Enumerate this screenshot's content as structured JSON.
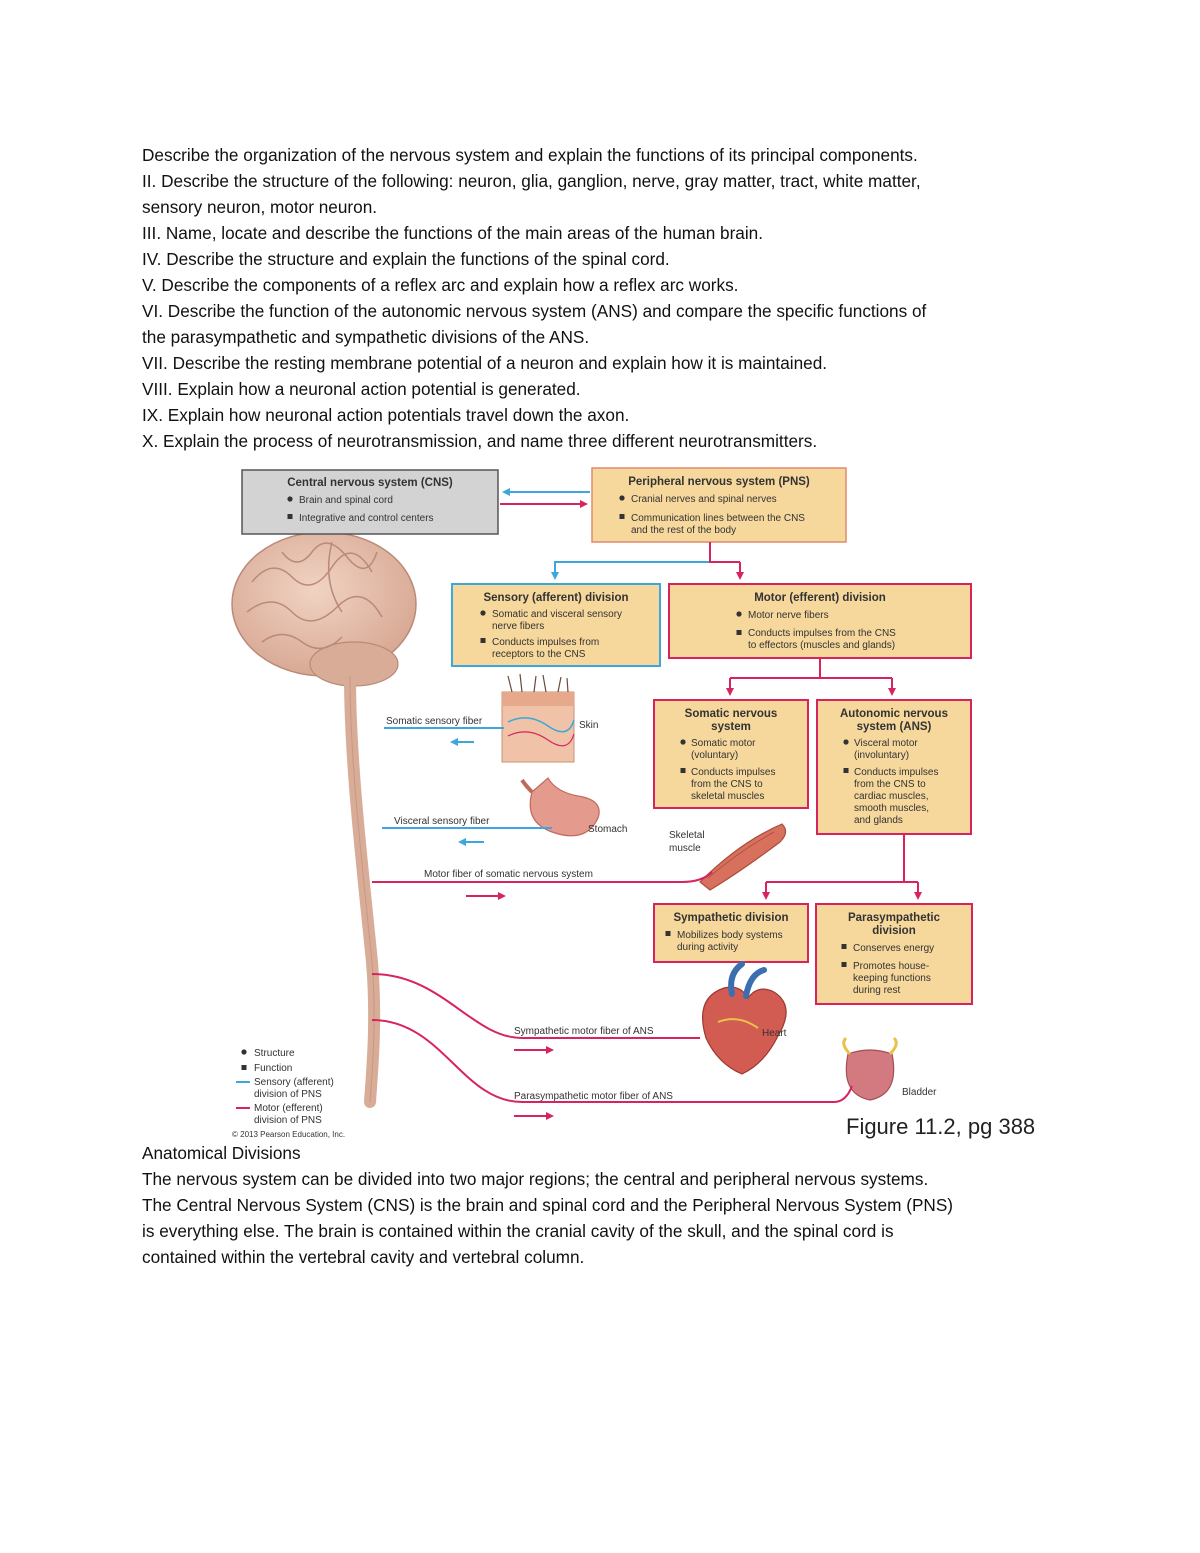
{
  "objectives": [
    "Describe the organization of the nervous system and explain the functions of its principal components.",
    "II. Describe the structure of the following: neuron, glia, ganglion, nerve, gray matter, tract, white matter,",
    "sensory neuron, motor neuron.",
    "III. Name, locate and describe the functions of the main areas of the human brain.",
    "IV. Describe the structure and explain the functions of the spinal cord.",
    "V. Describe the components of a reflex arc and explain how a reflex arc works.",
    "VI. Describe the function of the autonomic nervous system (ANS) and compare the specific functions of",
    "the parasympathetic and sympathetic divisions of the ANS.",
    "VII. Describe the resting membrane potential of a neuron and explain how it is maintained.",
    "VIII. Explain how a neuronal action potential is generated.",
    "IX. Explain how neuronal action potentials travel down the axon.",
    "X. Explain the process of neurotransmission, and name three different neurotransmitters."
  ],
  "figure": {
    "colors": {
      "sensory": "#3aa8dc",
      "motor": "#d8245c",
      "box_fill": "#f6d79c",
      "cns_fill": "#d3d3d3"
    },
    "boxes": {
      "cns": {
        "title": "Central nervous system (CNS)",
        "items": [
          "Brain and spinal cord",
          "Integrative and control centers"
        ]
      },
      "pns": {
        "title": "Peripheral nervous system (PNS)",
        "items": [
          "Cranial nerves and spinal nerves",
          "Communication lines between the CNS",
          "and the rest of the body"
        ]
      },
      "sensory": {
        "title": "Sensory (afferent) division",
        "items": [
          "Somatic and visceral sensory",
          "nerve fibers",
          "Conducts impulses from",
          "receptors to the CNS"
        ]
      },
      "motor": {
        "title": "Motor (efferent) division",
        "items": [
          "Motor nerve fibers",
          "Conducts impulses from the CNS",
          "to effectors (muscles and glands)"
        ]
      },
      "somatic": {
        "title1": "Somatic nervous",
        "title2": "system",
        "items": [
          "Somatic motor",
          "(voluntary)",
          "Conducts impulses",
          "from the CNS to",
          "skeletal muscles"
        ]
      },
      "autonomic": {
        "title1": "Autonomic nervous",
        "title2": "system (ANS)",
        "items": [
          "Visceral motor",
          "(involuntary)",
          "Conducts impulses",
          "from the CNS to",
          "cardiac muscles,",
          "smooth muscles,",
          "and glands"
        ]
      },
      "sympathetic": {
        "title": "Sympathetic division",
        "items": [
          "Mobilizes body systems",
          "during activity"
        ]
      },
      "parasympathetic": {
        "title1": "Parasympathetic",
        "title2": "division",
        "items": [
          "Conserves energy",
          "Promotes house-",
          "keeping functions",
          "during rest"
        ]
      }
    },
    "labels": {
      "somatic_sensory_fiber": "Somatic sensory fiber",
      "skin": "Skin",
      "visceral_sensory_fiber": "Visceral sensory fiber",
      "stomach": "Stomach",
      "skeletal_muscle_1": "Skeletal",
      "skeletal_muscle_2": "muscle",
      "motor_fiber_somatic": "Motor fiber of somatic nervous system",
      "sympathetic_motor_fiber": "Sympathetic motor fiber of ANS",
      "heart": "Heart",
      "parasympathetic_motor_fiber": "Parasympathetic motor fiber of ANS",
      "bladder": "Bladder"
    },
    "legend": {
      "structure": "Structure",
      "function": "Function",
      "sensory_1": "Sensory (afferent)",
      "sensory_2": "division of PNS",
      "motor_1": "Motor (efferent)",
      "motor_2": "division of PNS",
      "copyright": "© 2013 Pearson Education, Inc."
    },
    "caption": "Figure 11.2, pg 388"
  },
  "section": {
    "heading": "Anatomical Divisions",
    "paragraph": [
      "The nervous system can be divided into two major regions; the central and peripheral nervous systems.",
      "The Central Nervous System (CNS) is the brain and spinal cord and the Peripheral Nervous System (PNS)",
      "is everything else. The brain is contained within the cranial cavity of the skull, and the spinal cord is",
      "contained within the vertebral cavity and vertebral column."
    ]
  }
}
